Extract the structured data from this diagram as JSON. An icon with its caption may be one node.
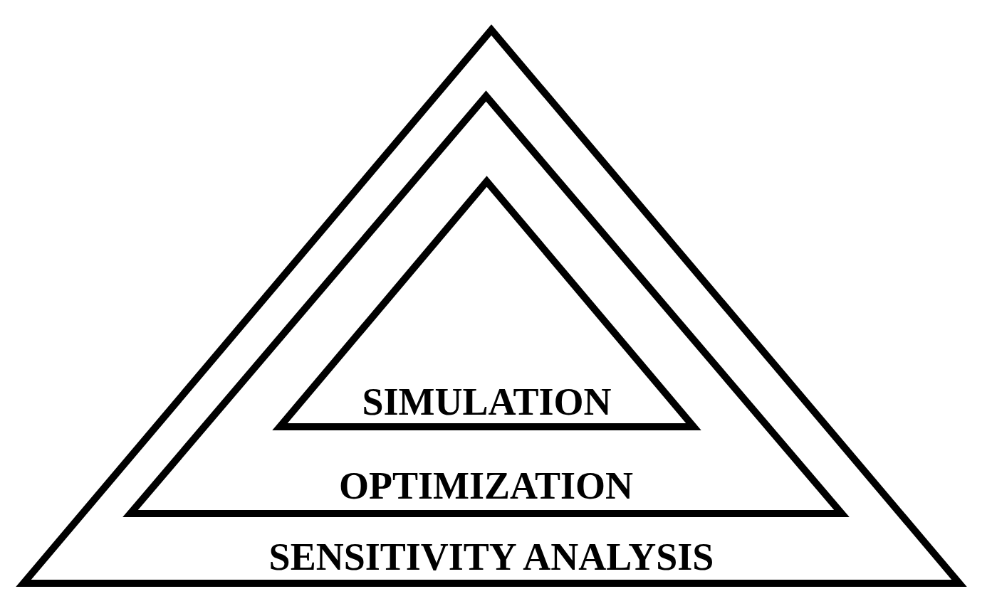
{
  "diagram": {
    "nodes": [
      {
        "text": [
          "SENSITIVITY ANALYSIS"
        ]
      },
      {
        "text": [
          "OPTIMIZATION"
        ],
        "in": 0
      },
      {
        "text": [
          "SIMULATION"
        ],
        "in": 1
      }
    ]
  }
}
